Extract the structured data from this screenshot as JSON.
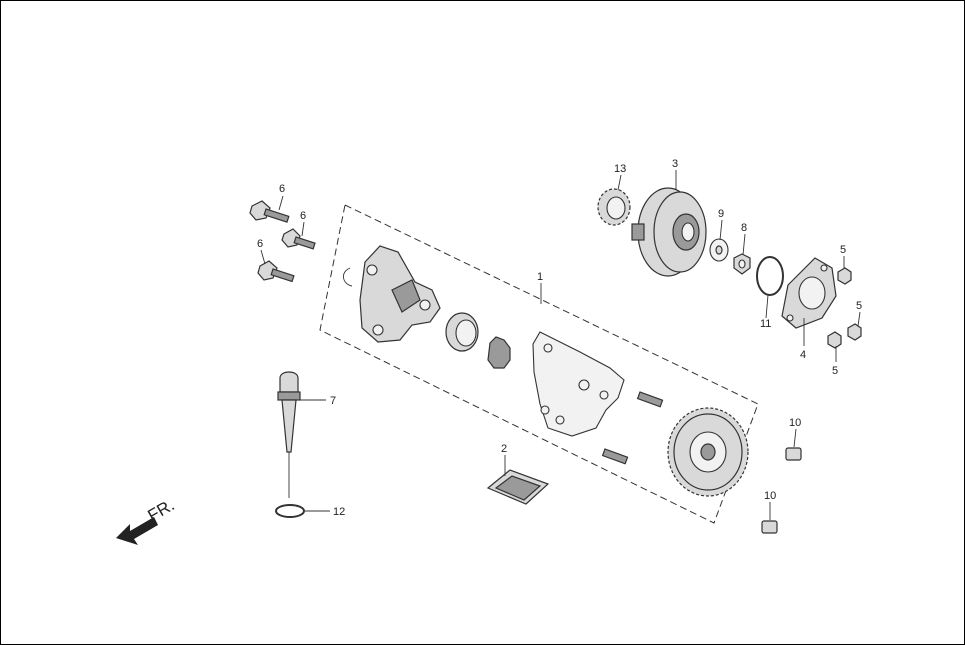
{
  "callouts": {
    "c1": "1",
    "c2": "2",
    "c3": "3",
    "c4": "4",
    "c5a": "5",
    "c5b": "5",
    "c5c": "5",
    "c5d": "5",
    "c6a": "6",
    "c6b": "6",
    "c6c": "6",
    "c7": "7",
    "c8": "8",
    "c9": "9",
    "c10a": "10",
    "c10b": "10",
    "c11": "11",
    "c12": "12",
    "c13": "13"
  },
  "direction_label": "FR.",
  "icons": {
    "direction": "front-arrow-icon"
  }
}
